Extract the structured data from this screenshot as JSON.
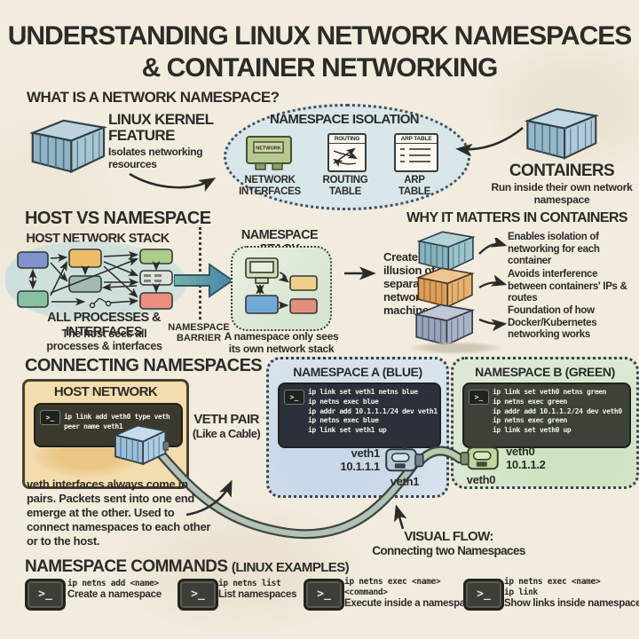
{
  "title": {
    "line1": "UNDERSTANDING LINUX NETWORK NAMESPACES",
    "line2": "& CONTAINER NETWORKING"
  },
  "icons": {
    "terminal_prompt": ">_"
  },
  "what_is": {
    "heading": "WHAT IS A NETWORK NAMESPACE?",
    "kernel_feature": {
      "title_line1": "LINUX KERNEL",
      "title_line2": "FEATURE",
      "desc": "Isolates networking resources"
    },
    "isolation": {
      "title": "NAMESPACE ISOLATION",
      "items": [
        {
          "label_line1": "NETWORK",
          "label_line2": "INTERFACES",
          "icon_caption": "NETWORK"
        },
        {
          "label_line1": "ROUTING",
          "label_line2": "TABLE",
          "icon_caption": "ROUTING"
        },
        {
          "label_line1": "ARP",
          "label_line2": "TABLE",
          "icon_caption": "ARP TABLE"
        }
      ]
    },
    "containers": {
      "title": "CONTAINERS",
      "desc": "Run inside their own network namespace"
    }
  },
  "host_vs_ns": {
    "heading": "HOST VS NAMESPACE",
    "host_title": "HOST NETWORK STACK",
    "host_caption": "ALL PROCESSES & INTERFACES",
    "host_subcaption": "The host sees all processes & interfaces",
    "barrier_line1": "NAMESPACE",
    "barrier_line2": "BARRIER",
    "ns_title": "NAMESPACE STACK",
    "ns_caption": "A namespace only sees its own network stack",
    "illusion": "Creates the illusion of a separate networked machine"
  },
  "why": {
    "heading": "WHY IT MATTERS IN CONTAINERS",
    "points": [
      "Enables isolation of networking for each container",
      "Avoids interference between containers' IPs & routes",
      "Foundation of how Docker/Kubernetes networking works"
    ]
  },
  "connecting": {
    "heading": "CONNECTING NAMESPACES",
    "host": {
      "title": "HOST NETWORK",
      "cmd_line1": "ip link add veth0 type veth",
      "cmd_line2": "peer name veth1"
    },
    "veth_pair": {
      "line1": "VETH PAIR",
      "line2": "(Like a Cable)"
    },
    "ns_a": {
      "title": "NAMESPACE A (BLUE)",
      "commands": [
        "ip link set veth1 netns blue",
        "ip netns exec blue",
        "ip addr add 10.1.1.1/24 dev veth1",
        "ip netns exec blue",
        "ip link set veth1 up"
      ],
      "iface": "veth1",
      "ip": "10.1.1.1"
    },
    "ns_b": {
      "title": "NAMESPACE B (GREEN)",
      "commands": [
        "ip link set veth0 netns green",
        "ip netns exec green",
        "ip addr add 10.1.1.2/24 dev veth0",
        "ip netns exec green",
        "ip link set veth0 up"
      ],
      "iface": "veth0",
      "ip": "10.1.1.2"
    },
    "note": "veth interfaces always come in pairs. Packets sent into one end emerge at the other. Used to connect namespaces to each other or to the host.",
    "visual_flow": {
      "line1": "VISUAL FLOW:",
      "line2": "Connecting two Namespaces"
    }
  },
  "commands": {
    "heading": "NAMESPACE COMMANDS",
    "heading_suffix": "(LINUX EXAMPLES)",
    "items": [
      {
        "line1": "ip netns add <name>",
        "line2": "",
        "desc": "Create a namespace"
      },
      {
        "line1": "ip netns list",
        "line2": "",
        "desc": "List namespaces"
      },
      {
        "line1": "ip netns exec <name>",
        "line2": "<command>",
        "desc": "Execute inside a namespace"
      },
      {
        "line1": "ip netns exec <name>",
        "line2": "ip link",
        "desc": "Show links inside namespace"
      }
    ]
  },
  "colors": {
    "paper": "#f2ecdf",
    "ink": "#2b2b28",
    "accent_teal": "#4f8fa6",
    "terminal_bg": "#32342e",
    "ns_a_bg": "#d8e3ec",
    "ns_b_bg": "#dde9d5",
    "host_box_bg": "#f3dcae"
  }
}
